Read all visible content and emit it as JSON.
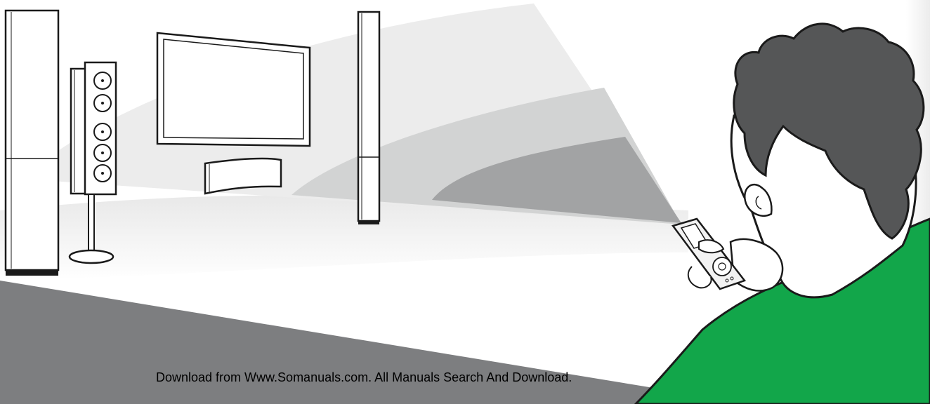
{
  "footer": {
    "text": "Download from Www.Somanuals.com. All Manuals Search And Download."
  },
  "colors": {
    "floor_dark": "#7d7e80",
    "shirt_green": "#12a64a",
    "hair_dark": "#555657",
    "beam_light": "#e8e8e8",
    "beam_mid": "#cfd0d0",
    "beam_dark": "#9fa0a1"
  },
  "illustration": {
    "subject": "person pointing remote at home theater system",
    "elements": [
      "left-tower-speaker",
      "satellite-speaker-on-stand",
      "wall-tv",
      "center-speaker",
      "right-tower-speaker",
      "remote-control",
      "person"
    ]
  }
}
